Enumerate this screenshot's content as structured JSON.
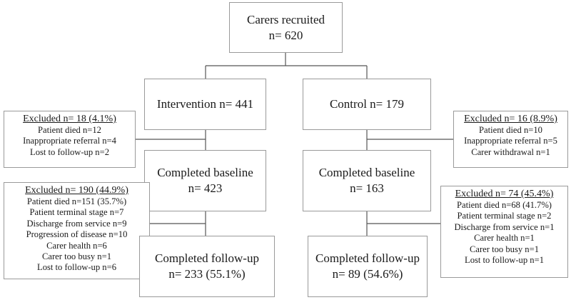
{
  "recruited": {
    "title": "Carers recruited",
    "count": "n= 620"
  },
  "intervention": {
    "allocation": "Intervention n= 441",
    "excluded_baseline": {
      "header": "Excluded n= 18 (4.1%)",
      "reasons": [
        "Patient died n=12",
        "Inappropriate referral n=4",
        "Lost to follow-up n=2"
      ]
    },
    "baseline": {
      "title": "Completed baseline",
      "count": "n= 423"
    },
    "excluded_followup": {
      "header": "Excluded n= 190 (44.9%)",
      "reasons": [
        "Patient died n=151 (35.7%)",
        "Patient terminal stage n=7",
        "Discharge from service n=9",
        "Progression of disease n=10",
        "Carer health n=6",
        "Carer too busy n=1",
        "Lost to follow-up n=6"
      ]
    },
    "followup": {
      "title": "Completed follow-up",
      "count": "n= 233 (55.1%)"
    }
  },
  "control": {
    "allocation": "Control n= 179",
    "excluded_baseline": {
      "header": "Excluded n= 16 (8.9%)",
      "reasons": [
        "Patient died n=10",
        "Inappropriate referral n=5",
        "Carer withdrawal n=1"
      ]
    },
    "baseline": {
      "title": "Completed baseline",
      "count": "n= 163"
    },
    "excluded_followup": {
      "header": "Excluded n= 74 (45.4%)",
      "reasons": [
        "Patient died n=68 (41.7%)",
        "Patient terminal stage n=2",
        "Discharge from service n=1",
        "Carer health n=1",
        "Carer too busy n=1",
        "Lost to follow-up n=1"
      ]
    },
    "followup": {
      "title": "Completed follow-up",
      "count": "n= 89 (54.6%)"
    }
  }
}
